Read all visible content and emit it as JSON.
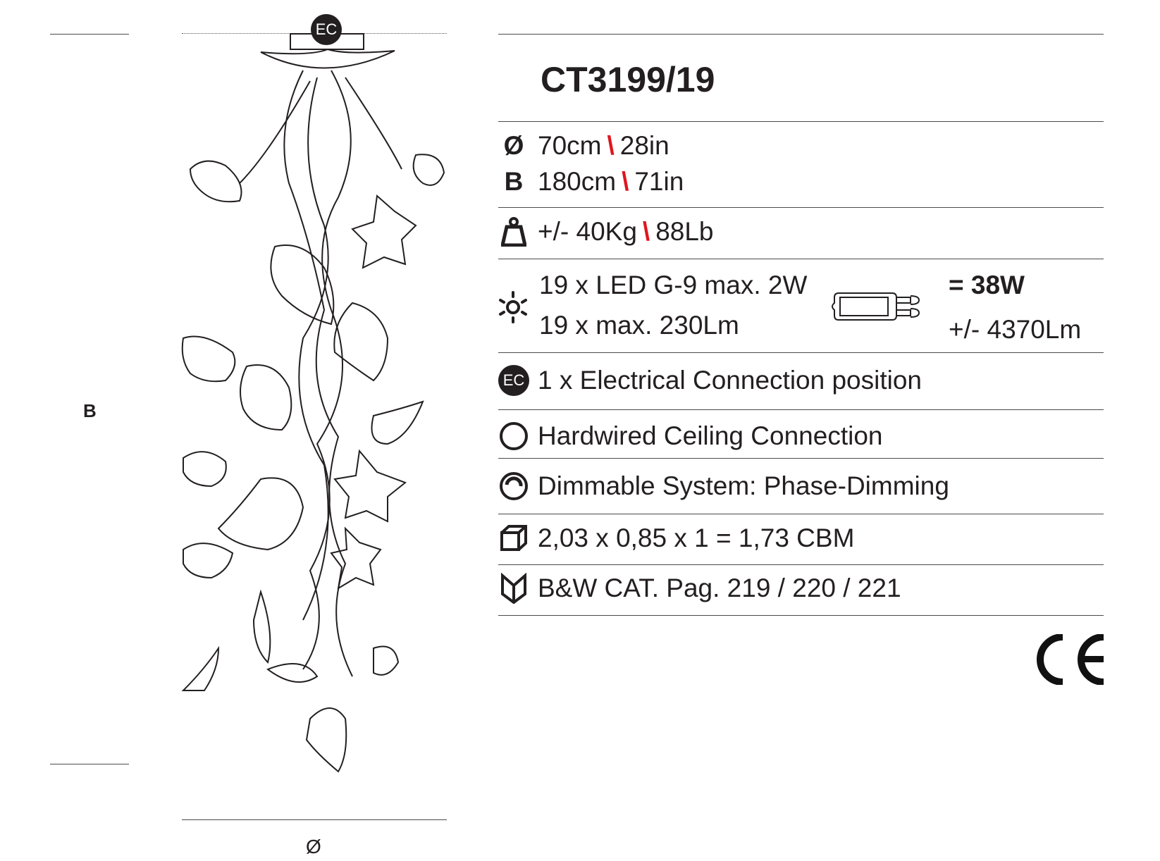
{
  "drawing": {
    "height_label": "B",
    "diameter_label": "Ø",
    "ec_marker": "EC"
  },
  "product": {
    "code": "CT3199/19"
  },
  "specs": {
    "diameter": {
      "icon": "diameter-icon",
      "symbol": "Ø",
      "metric": "70cm",
      "separator": "\\",
      "imperial": "28in"
    },
    "height": {
      "symbol": "B",
      "metric": "180cm",
      "separator": "\\",
      "imperial": "71in"
    },
    "weight": {
      "icon": "weight-icon",
      "metric": "+/- 40Kg",
      "separator": "\\",
      "imperial": "88Lb"
    },
    "light": {
      "icon": "light-bulb-sun-icon",
      "line1": "19 x LED G-9 max. 2W",
      "line2": "19 x max. 230Lm",
      "total_power": "= 38W",
      "total_lumen": "+/- 4370Lm"
    },
    "electrical": {
      "icon": "ec",
      "badge": "EC",
      "text": "1 x Electrical Connection position"
    },
    "ceiling": {
      "icon": "circle-icon",
      "text": "Hardwired Ceiling Connection"
    },
    "dimming": {
      "icon": "dimmer-icon",
      "text": "Dimmable System: Phase-Dimming"
    },
    "packaging": {
      "icon": "box-icon",
      "text": "2,03 x 0,85 x 1 = 1,73 CBM"
    },
    "catalog": {
      "icon": "catalog-icon",
      "text": "B&W CAT. Pag. 219 / 220 / 221"
    }
  },
  "certification": {
    "mark": "CE"
  },
  "colors": {
    "separator": "#e0141e",
    "text": "#231f20"
  }
}
